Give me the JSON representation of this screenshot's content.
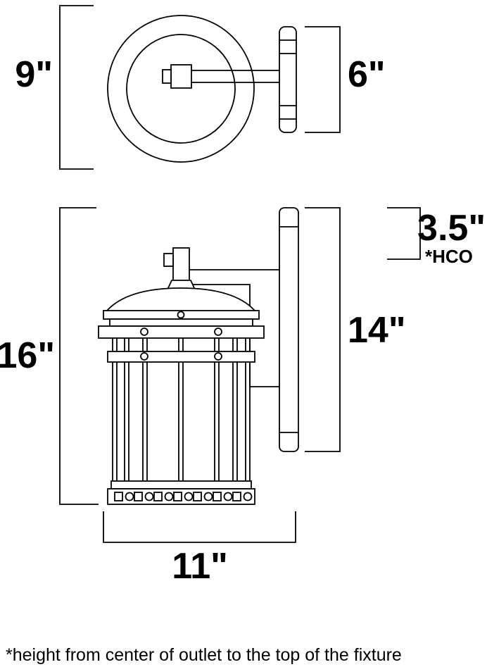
{
  "diagram": {
    "dims": {
      "top_height": "9\"",
      "top_depth": "6\"",
      "overall_height": "16\"",
      "hco": "3.5\"",
      "hco_label": "*HCO",
      "backplate_height": "14\"",
      "width": "11\""
    },
    "footnote": "*height from center of outlet to the top of the fixture",
    "colors": {
      "line": "#000000",
      "background": "#ffffff"
    }
  }
}
